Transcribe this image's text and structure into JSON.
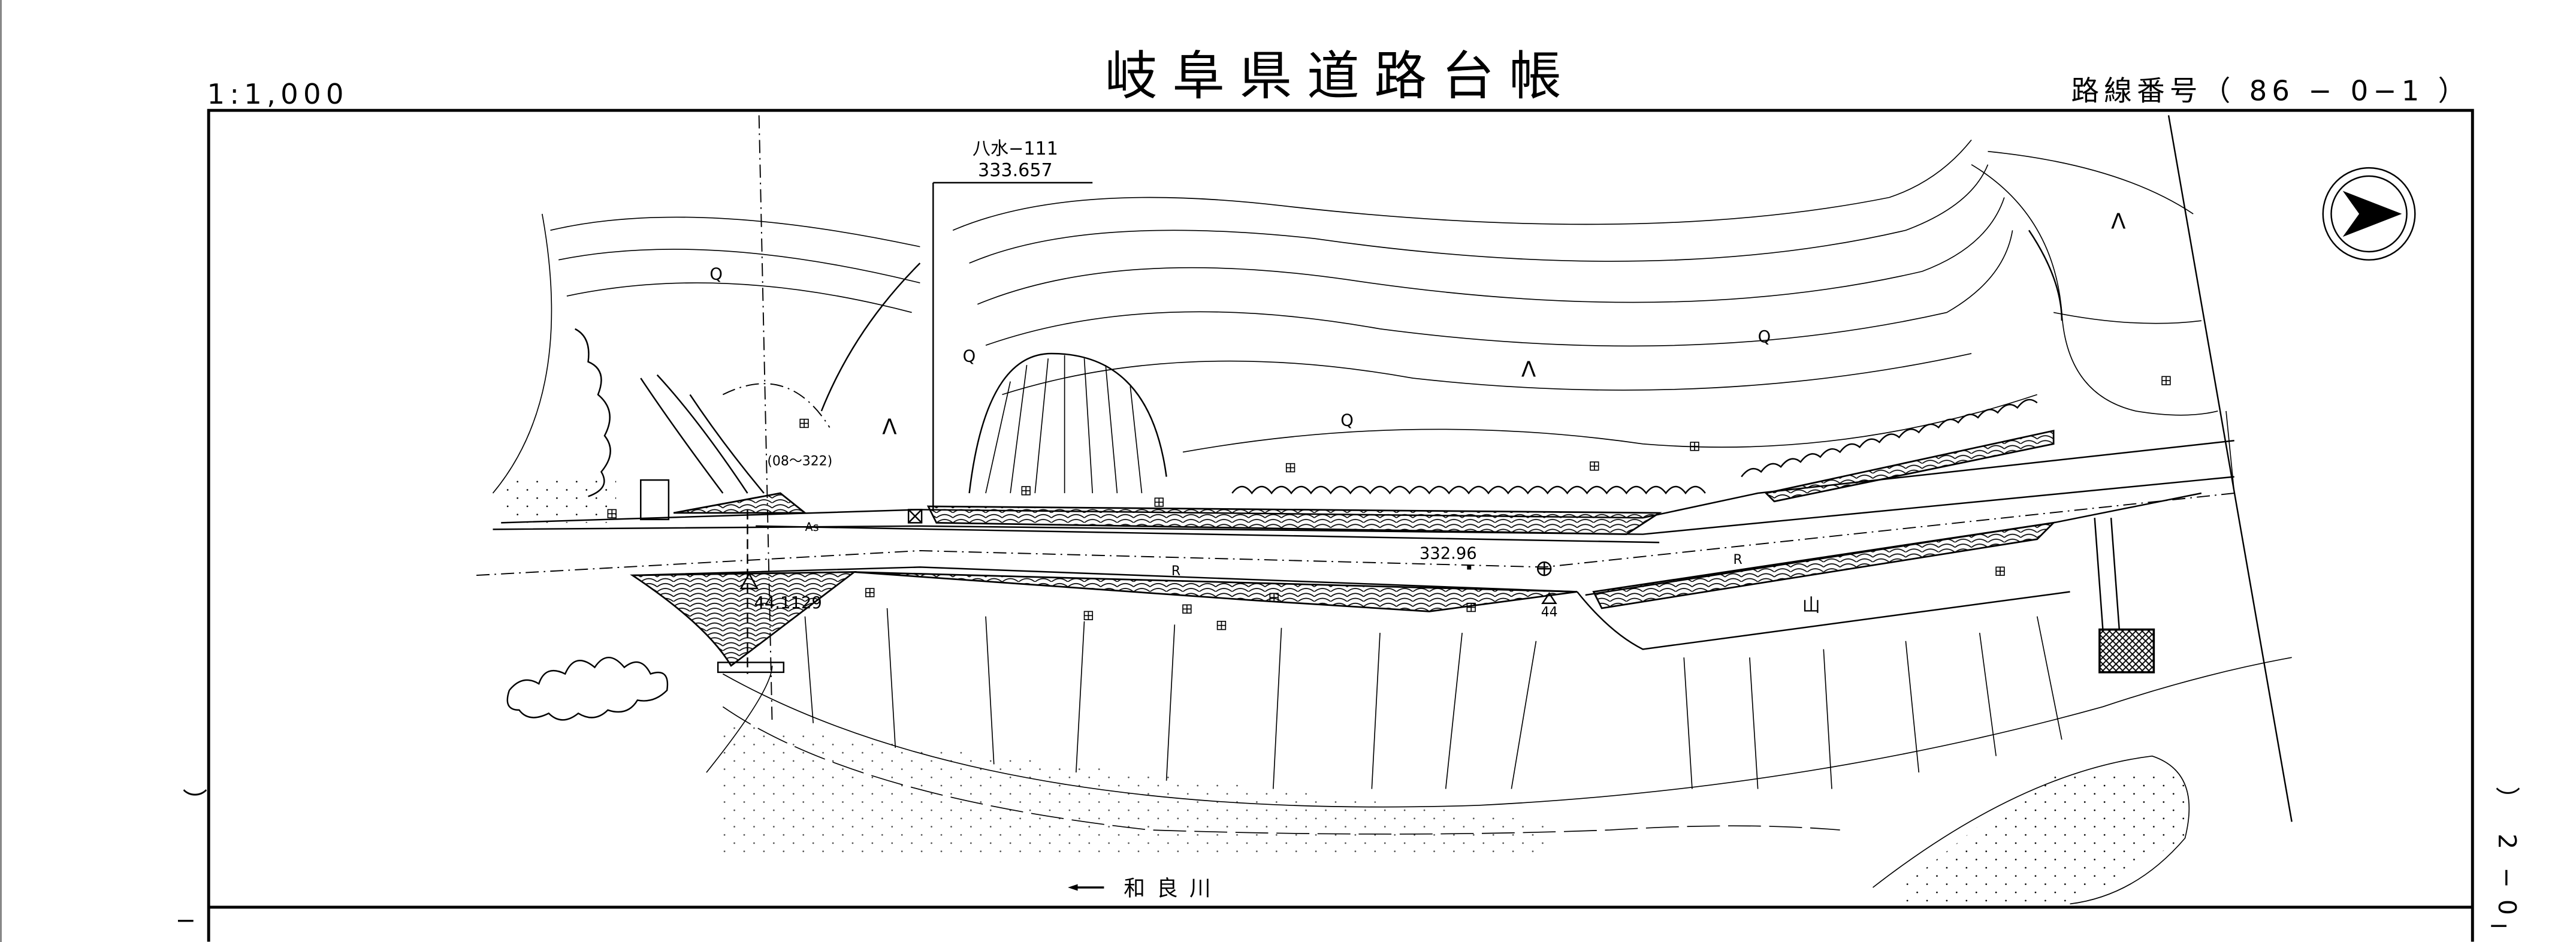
{
  "header": {
    "scale": "1:1,000",
    "title": "岐阜県道路台帳",
    "route_number": "路線番号（ 86 − 0−1 ）"
  },
  "margins": {
    "left_vertical": [
      "）",
      "−"
    ],
    "right_vertical": [
      "）",
      "2",
      "−",
      "0",
      "−"
    ]
  },
  "map": {
    "benchmark_name": "八水−111",
    "benchmark_elevation": "333.657",
    "range_label": "(08～322)",
    "surface_label": "As",
    "point_label": "44.1129",
    "road_elevation": "332.96",
    "station_label": "44",
    "retaining_labels": [
      "R",
      "R"
    ],
    "forest_symbol": "山",
    "field_symbols": [
      "Λ",
      "Λ",
      "Λ"
    ],
    "orchard_symbols": [
      "Q",
      "Q",
      "Q",
      "Q"
    ],
    "river_name": "和良川",
    "north_arrow": "north-arrow-icon"
  }
}
